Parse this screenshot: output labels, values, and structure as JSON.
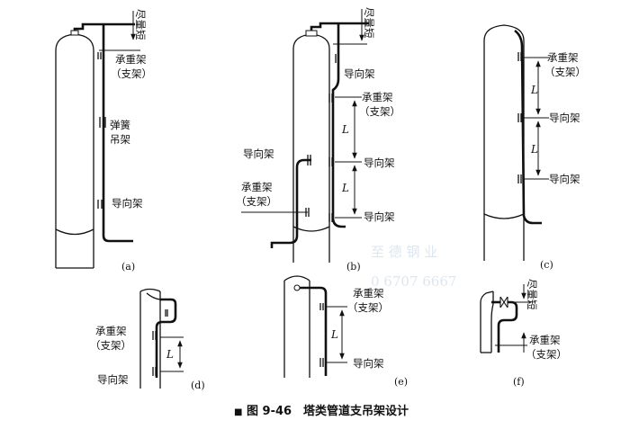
{
  "caption": "图 9-46　塔类管道支吊架设计",
  "caption_bullet": "■",
  "watermark_line1": "至 德 钢 业",
  "watermark_line2": "0 6707 6667",
  "panels": {
    "a": {
      "label": "(a)",
      "shortest": "尽量短",
      "support_line1": "承重架",
      "support_line2": "（支架）",
      "spring_line1": "弹簧",
      "spring_line2": "吊架",
      "guide": "导向架"
    },
    "b": {
      "label": "(b)",
      "shortest": "尽量短",
      "guide_top": "导向架",
      "support_line1": "承重架",
      "support_line2": "（支架）",
      "L1": "L",
      "guide_mid": "导向架",
      "L2": "L",
      "guide_bottom": "导向架",
      "inner_guide": "导向架",
      "inner_support_line1": "承重架",
      "inner_support_line2": "（支架）"
    },
    "c": {
      "label": "(c)",
      "support_line1": "承重架",
      "support_line2": "（支架）",
      "L1": "L",
      "guide_mid": "导向架",
      "L2": "L",
      "guide_bottom": "导向架"
    },
    "d": {
      "label": "(d)",
      "support_line1": "承重架",
      "support_line2": "（支架）",
      "L": "L",
      "guide": "导向架"
    },
    "e": {
      "label": "(e)",
      "support_line1": "承重架",
      "support_line2": "（支架）",
      "L": "L",
      "guide": "导向架"
    },
    "f": {
      "label": "(f)",
      "shortest": "尽量短",
      "support_line1": "承重架",
      "support_line2": "（支架）"
    }
  }
}
